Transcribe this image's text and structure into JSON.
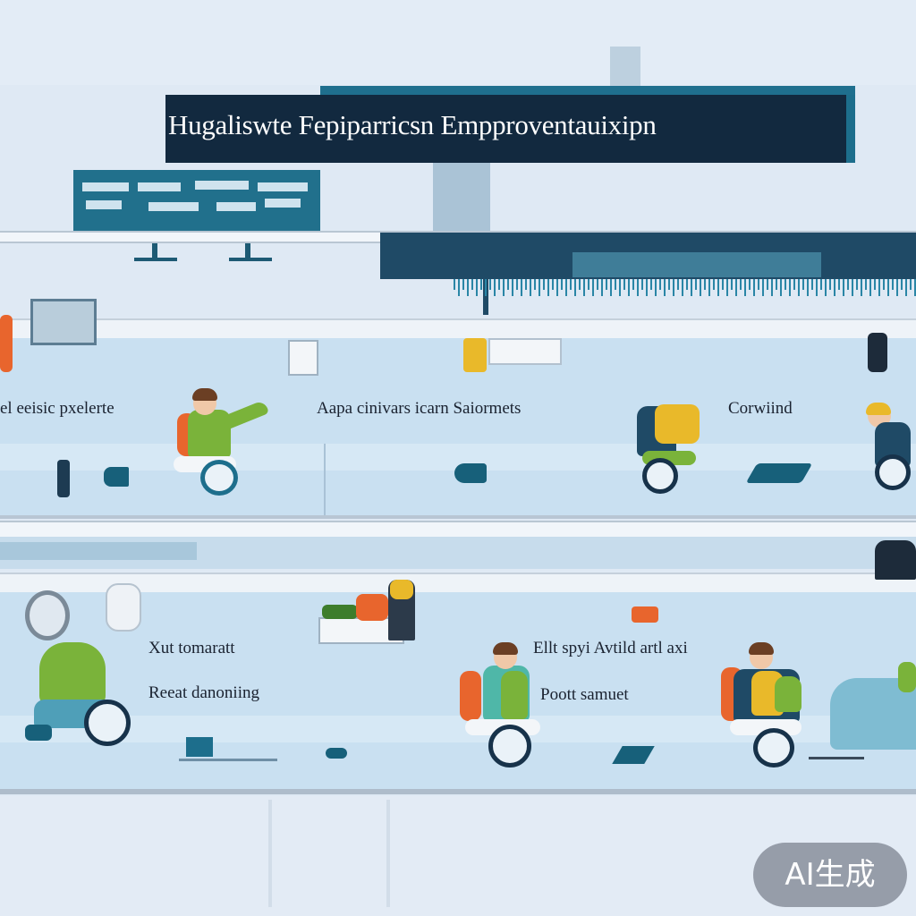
{
  "banner": {
    "title": "Hugaliswte Fepiparricsn Empproventauixipn"
  },
  "lanes": [
    {
      "labels": [
        "el eeisic pxelerte",
        "Aapa cinivars icarn Saiormets",
        "Corwiind"
      ]
    },
    {
      "labels": [
        "Xut tomaratt",
        "Reeat danoniing",
        "Ellt spyi Avtild artl axi",
        "Poott samuet"
      ]
    }
  ],
  "watermark": {
    "text": "AI生成"
  },
  "colors": {
    "background": "#dfe9f4",
    "banner": "#12293f",
    "accent_teal": "#1f6f8e",
    "lane": "#c9e0f1",
    "shirt_green": "#7ab33a",
    "seat_orange": "#e8652d",
    "bag_yellow": "#e9b92a"
  }
}
